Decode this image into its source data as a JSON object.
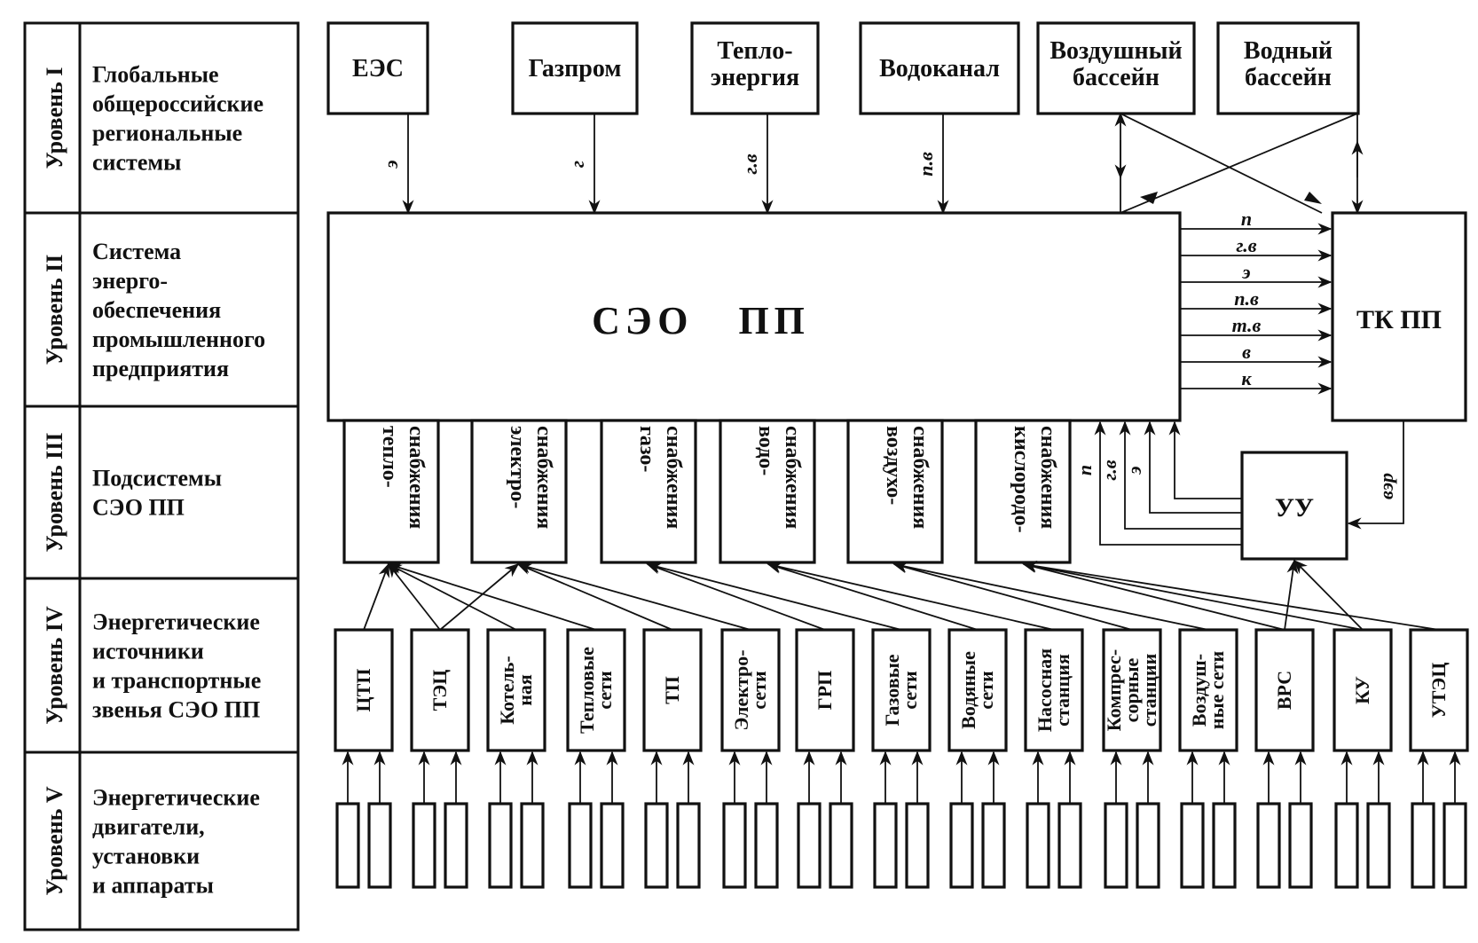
{
  "levels": [
    {
      "level": "Уровень I",
      "desc": [
        "Глобальные",
        "общероссийские",
        "региональные",
        "системы"
      ]
    },
    {
      "level": "Уровень II",
      "desc": [
        "Система",
        "энерго-",
        "обеспечения",
        "промышленного",
        "предприятия"
      ]
    },
    {
      "level": "Уровень III",
      "desc": [
        "Подсистемы",
        "СЭО ПП"
      ]
    },
    {
      "level": "Уровень IV",
      "desc": [
        "Энергетические",
        "источники",
        "и транспортные",
        "звенья СЭО ПП"
      ]
    },
    {
      "level": "Уровень V",
      "desc": [
        "Энергетические",
        "двигатели,",
        "установки",
        "и аппараты"
      ]
    }
  ],
  "top_systems": [
    {
      "lines": [
        "ЕЭС"
      ],
      "flow": "э"
    },
    {
      "lines": [
        "Газпром"
      ],
      "flow": "г"
    },
    {
      "lines": [
        "Тепло-",
        "энергия"
      ],
      "flow": "г.в"
    },
    {
      "lines": [
        "Водоканал"
      ],
      "flow": "п.в"
    },
    {
      "lines": [
        "Воздушный",
        "бассейн"
      ],
      "flow": ""
    },
    {
      "lines": [
        "Водный",
        "бассейн"
      ],
      "flow": ""
    }
  ],
  "main_block": "СЭО   ПП",
  "tk_block": "ТК ПП",
  "uu_block": "УУ",
  "out_flows": [
    "п",
    "г.в",
    "э",
    "п.в",
    "т.в",
    "в",
    "к"
  ],
  "uu_flows": [
    "п",
    "г.в",
    "э"
  ],
  "uu_input": "вэр",
  "subsystems": [
    [
      "тепло-",
      "снабжения"
    ],
    [
      "электро-",
      "снабжения"
    ],
    [
      "газо-",
      "снабжения"
    ],
    [
      "водо-",
      "снабжения"
    ],
    [
      "воздухо-",
      "снабжения"
    ],
    [
      "кислородо-",
      "снабжения"
    ]
  ],
  "sources": [
    [
      "ЦТП"
    ],
    [
      "ТЭЦ"
    ],
    [
      "Котель-",
      "ная"
    ],
    [
      "Тепловые",
      "сети"
    ],
    [
      "ТП"
    ],
    [
      "Электро-",
      "сети"
    ],
    [
      "ГРП"
    ],
    [
      "Газовые",
      "сети"
    ],
    [
      "Водяные",
      "сети"
    ],
    [
      "Насосная",
      "станция"
    ],
    [
      "Компрес-",
      "сорные",
      "станции"
    ],
    [
      "Воздуш-",
      "ные сети"
    ],
    [
      "ВРС"
    ],
    [
      "КУ"
    ],
    [
      "УТЭЦ"
    ]
  ]
}
